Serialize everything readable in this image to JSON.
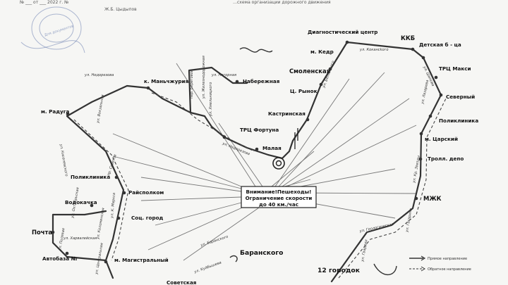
{
  "header": {
    "line_top": "№ ___ от ___ 2022 г. №",
    "signer": "Ж.Б. Цыдыпов",
    "title_frag": "…схема организации дорожного движения"
  },
  "stamp": {
    "text": "Для документов"
  },
  "warning": {
    "line1": "Внимание!Пешеходы!",
    "line2": "Ограничение скорости",
    "line3": "до 40 км./час"
  },
  "stops": {
    "diag_center": "Диагностический центр",
    "kkb": "ККБ",
    "det_bolnica": "Детская б - ца",
    "kedr": "м. Кедр",
    "smolenskaya": "Смоленская",
    "trc_maksi": "ТРЦ Макси",
    "ts_rynok": "Ц. Рынок",
    "severny": "Северный",
    "poliklinika_right": "Поликлиника",
    "kastrinskaya": "Кастринская",
    "tsarsky": "м. Царский",
    "trc_fortuna": "ТРЦ Фортуна",
    "maya": "Малая",
    "troll_depo": "Тролл. депо",
    "naberezhnaya": "Набережная",
    "manchzhuria": "к. Маньчжурия",
    "raduga": "м. Радуга",
    "poliklinika_left": "Поликлиника",
    "raispolkom": "Райсполком",
    "vodokachka": "Водокачка",
    "sots_gorod": "Соц. город",
    "pochta": "Почта",
    "avtobaza": "Автобаза №",
    "magistralny": "м. Магистральный",
    "baranskogo": "Баранского",
    "mzhk": "МЖК",
    "gorodok": "12 городок",
    "sovetskaya": "Советская"
  },
  "streets": {
    "nedorezova_top": "ул. Недорезова",
    "nedorezova_bottom": "ул. Недорезова",
    "nagornaya": "ул. Нагорная",
    "belovskogo": "ул. Беловского",
    "kokanskogo": "ул. Кокансkого",
    "shilova": "ул. Шилова",
    "lazareva": "ул. Лазарева",
    "beregovaya": "пер. Береговой",
    "zheleznod": "ул. Железнодорожная",
    "khmelnitskogo": "ул. Хмельницкого",
    "vokzalnaya": "ул. Вокзальная",
    "kiselevskogo": "ул. Киселевского",
    "sovetov": "пр. Советов",
    "k_marksa": "ул. К. Маркса",
    "oktyabrskaya": "ул. Октябрьская",
    "kolomeyskaya": "ул. Коломенская",
    "kharvalenskoe": "ул. Харвалейская",
    "polevaya": "ул. Полевая",
    "tsentralnaya": "ул. Центральная",
    "kuibysheva": "ул. Куйбышева",
    "baranskogo_st": "ул. Баранского",
    "kr_zvezdy": "ул. Кр. Звезды",
    "gagarina": "ул. Гагарина",
    "geologicheskaya": "ул. Геологическая",
    "gvardii": "ул. Гвардии"
  },
  "legend": {
    "forward": "Прямое направление",
    "backward": "Обратное направление"
  }
}
